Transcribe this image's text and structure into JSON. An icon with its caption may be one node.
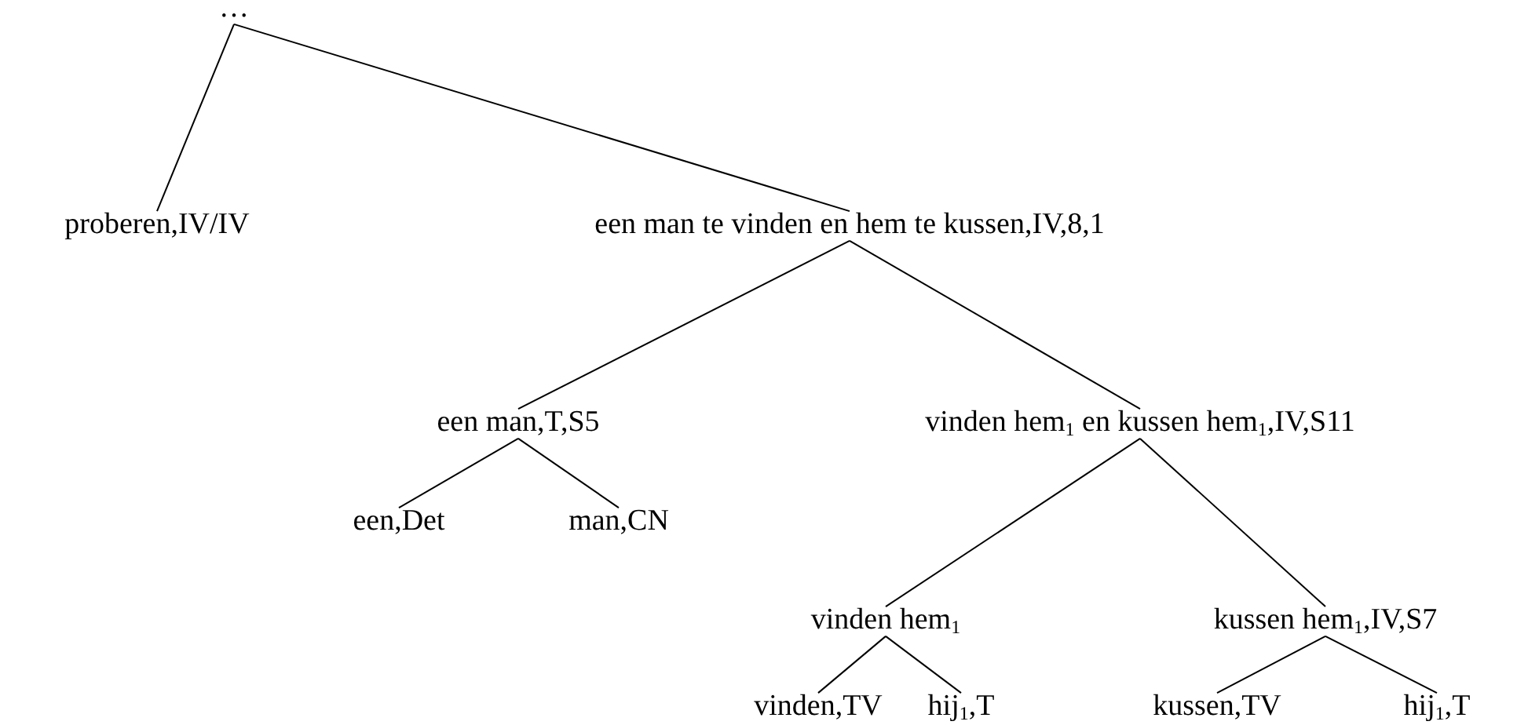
{
  "diagram": {
    "nodes": [
      {
        "text": [
          "…"
        ]
      },
      {
        "text": [
          "proberen,IV/IV"
        ]
      },
      {
        "text": [
          "een man te vinden en hem te kussen,IV,8,1"
        ]
      },
      {
        "text": [
          "een man,T,S5"
        ]
      },
      {
        "text": [
          "vinden hem$_{1}$ en kussen hem$_{1}$,IV,S11"
        ]
      },
      {
        "text": [
          "een,Det"
        ]
      },
      {
        "text": [
          "man,CN"
        ]
      },
      {
        "text": [
          "vinden hem$_{1}$"
        ]
      },
      {
        "text": [
          "kussen hem$_{1}$,IV,S7"
        ]
      },
      {
        "text": [
          "vinden,TV"
        ]
      },
      {
        "text": [
          "hij$_{1}$,T"
        ]
      },
      {
        "text": [
          "kussen,TV"
        ]
      },
      {
        "text": [
          "hij$_{1}$,T"
        ]
      }
    ],
    "edges": [
      {
        "from": 0,
        "to": 1,
        "arrow": "none"
      },
      {
        "from": 0,
        "to": 2,
        "arrow": "none"
      },
      {
        "from": 2,
        "to": 3,
        "arrow": "none"
      },
      {
        "from": 2,
        "to": 4,
        "arrow": "none"
      },
      {
        "from": 3,
        "to": 5,
        "arrow": "none"
      },
      {
        "from": 3,
        "to": 6,
        "arrow": "none"
      },
      {
        "from": 4,
        "to": 7,
        "arrow": "none"
      },
      {
        "from": 4,
        "to": 8,
        "arrow": "none"
      },
      {
        "from": 7,
        "to": 9,
        "arrow": "none"
      },
      {
        "from": 7,
        "to": 10,
        "arrow": "none"
      },
      {
        "from": 8,
        "to": 11,
        "arrow": "none"
      },
      {
        "from": 8,
        "to": 12,
        "arrow": "none"
      }
    ]
  }
}
